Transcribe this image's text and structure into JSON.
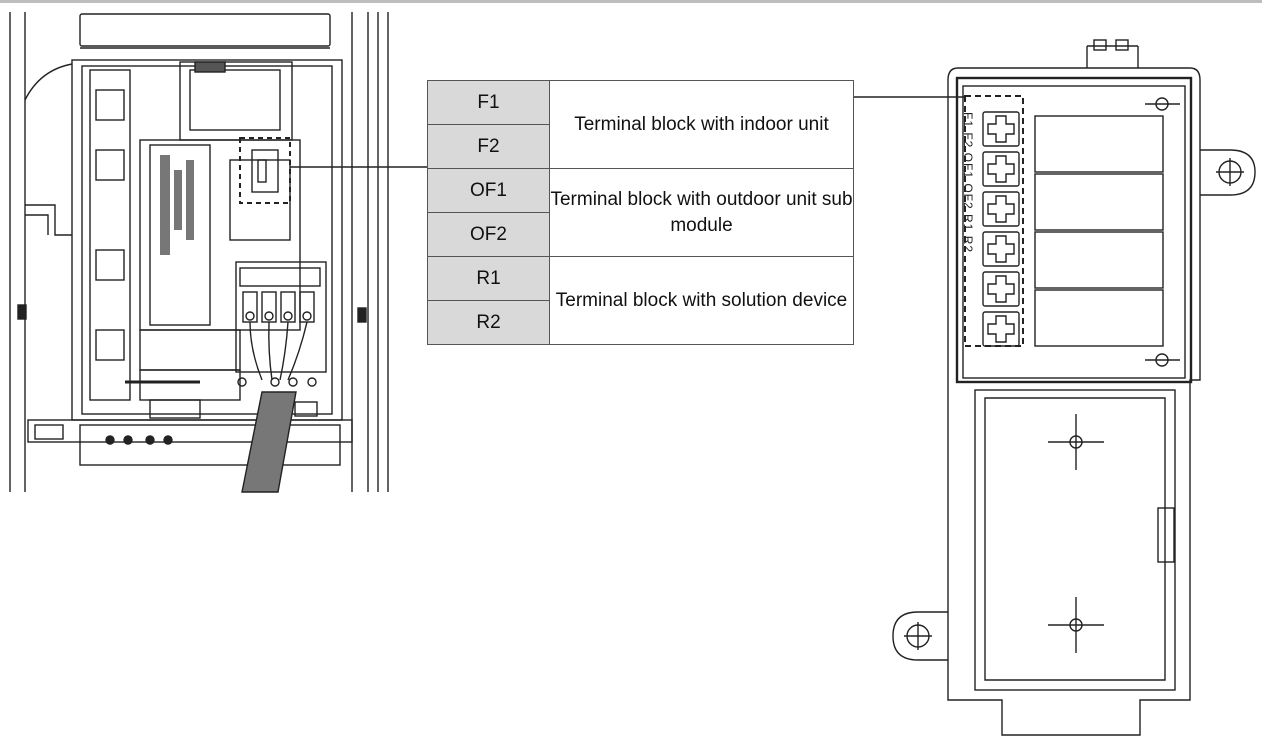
{
  "terminal_table": {
    "rows": [
      {
        "codes": [
          "F1",
          "F2"
        ],
        "description": "Terminal block with indoor unit"
      },
      {
        "codes": [
          "OF1",
          "OF2"
        ],
        "description": "Terminal block with outdoor unit sub module"
      },
      {
        "codes": [
          "R1",
          "R2"
        ],
        "description": "Terminal block  with solution device"
      }
    ]
  },
  "terminal_block_label": "F1 F2 OF1 OF2 R1 R2",
  "colors": {
    "code_cell_bg": "#d9d9d9",
    "line": "#222222"
  }
}
